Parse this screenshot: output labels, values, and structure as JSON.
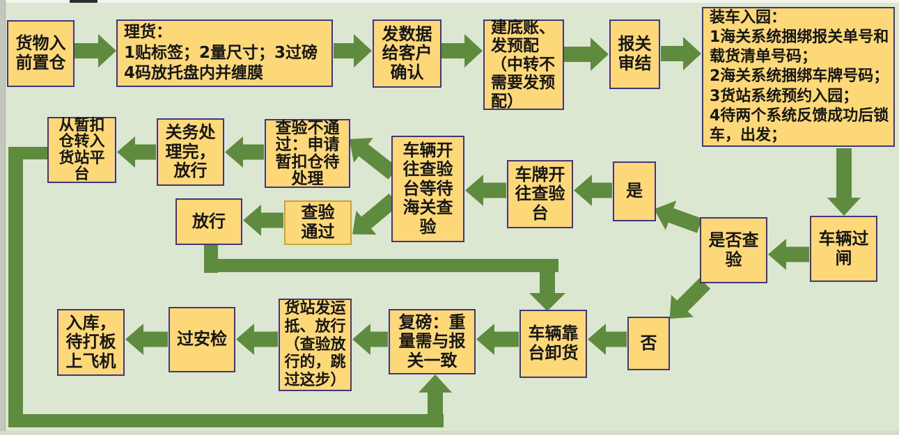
{
  "diagram": {
    "type": "flowchart",
    "language": "zh-CN",
    "colors": {
      "background": "#dbe7d0",
      "box_fill": "#fcd879",
      "box_border": "#43347e",
      "pass_box_border": "#c9a23a",
      "arrow_green": "#5e8b3e",
      "text": "#161616"
    }
  },
  "nodes": {
    "goods_in": {
      "text": "货物入\n前置仓"
    },
    "tally": {
      "text": "理货：\n1贴标签；2量尺寸；3过磅\n4码放托盘内并缠膜"
    },
    "send_data": {
      "text": "发数据\n给客户\n确认"
    },
    "ledger": {
      "text": "建底账、\n发预配\n（中转不\n需要发预\n配）"
    },
    "customs_review": {
      "text": "报关\n审结"
    },
    "load_truck": {
      "text": "装车入园：\n1海关系统捆绑报关单号和\n载货清单号码；\n2海关系统捆绑车牌号码；\n3货站系统预约入园；\n4待两个系统反馈成功后锁\n车，出发；"
    },
    "gate": {
      "text": "车辆过\n闸"
    },
    "inspect_q": {
      "text": "是否查\n验"
    },
    "yes": {
      "text": "是"
    },
    "no": {
      "text": "否"
    },
    "drive_platform": {
      "text": "车牌开\n往查验\n台"
    },
    "wait_inspect": {
      "text": "车辆开\n往查验\n台等待\n海关查\n验"
    },
    "fail_detain": {
      "text": "查验不通\n过：申请\n暂扣仓待\n处理"
    },
    "pass": {
      "text": "查验\n通过"
    },
    "customs_done": {
      "text": "关务处\n理完，\n放行"
    },
    "transfer": {
      "text": "从暂扣\n仓转入\n货站平\n台"
    },
    "release": {
      "text": "放行"
    },
    "unload": {
      "text": "车辆靠\n台卸货"
    },
    "reweigh": {
      "text": "复磅：重\n量需与报\n关一致"
    },
    "station_release": {
      "text": "货站发运\n抵、放行\n（查验放\n行的，跳\n过这步）"
    },
    "security": {
      "text": "过安检"
    },
    "warehouse": {
      "text": "入库，\n待打板\n上飞机"
    }
  },
  "edges": [
    {
      "from": "goods_in",
      "to": "tally"
    },
    {
      "from": "tally",
      "to": "send_data"
    },
    {
      "from": "send_data",
      "to": "ledger"
    },
    {
      "from": "ledger",
      "to": "customs_review"
    },
    {
      "from": "customs_review",
      "to": "load_truck"
    },
    {
      "from": "load_truck",
      "to": "gate"
    },
    {
      "from": "gate",
      "to": "inspect_q"
    },
    {
      "from": "inspect_q",
      "to": "yes"
    },
    {
      "from": "inspect_q",
      "to": "no"
    },
    {
      "from": "yes",
      "to": "drive_platform"
    },
    {
      "from": "drive_platform",
      "to": "wait_inspect"
    },
    {
      "from": "wait_inspect",
      "to": "fail_detain"
    },
    {
      "from": "wait_inspect",
      "to": "pass"
    },
    {
      "from": "fail_detain",
      "to": "customs_done"
    },
    {
      "from": "customs_done",
      "to": "transfer"
    },
    {
      "from": "transfer",
      "to": "reweigh"
    },
    {
      "from": "pass",
      "to": "release"
    },
    {
      "from": "release",
      "to": "unload"
    },
    {
      "from": "no",
      "to": "unload"
    },
    {
      "from": "unload",
      "to": "reweigh"
    },
    {
      "from": "reweigh",
      "to": "station_release"
    },
    {
      "from": "station_release",
      "to": "security"
    },
    {
      "from": "security",
      "to": "warehouse"
    }
  ]
}
